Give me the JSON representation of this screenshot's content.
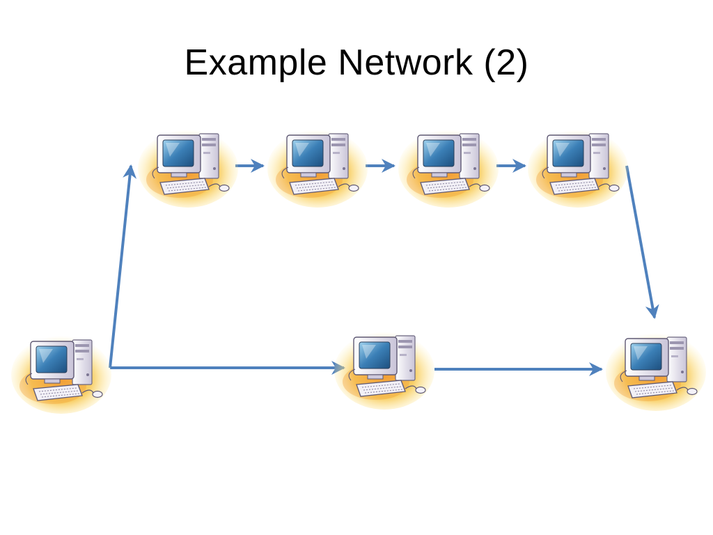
{
  "slide": {
    "title": "Example Network (2)"
  },
  "network": {
    "nodes": [
      {
        "id": "computer-left",
        "icon": "desktop-computer-icon"
      },
      {
        "id": "computer-top-1",
        "icon": "desktop-computer-icon"
      },
      {
        "id": "computer-top-2",
        "icon": "desktop-computer-icon"
      },
      {
        "id": "computer-top-3",
        "icon": "desktop-computer-icon"
      },
      {
        "id": "computer-top-4",
        "icon": "desktop-computer-icon"
      },
      {
        "id": "computer-bottom-middle",
        "icon": "desktop-computer-icon"
      },
      {
        "id": "computer-bottom-right",
        "icon": "desktop-computer-icon"
      }
    ],
    "links": [
      {
        "from": "computer-left",
        "to": "computer-top-1"
      },
      {
        "from": "computer-top-1",
        "to": "computer-top-2"
      },
      {
        "from": "computer-top-2",
        "to": "computer-top-3"
      },
      {
        "from": "computer-top-3",
        "to": "computer-top-4"
      },
      {
        "from": "computer-top-4",
        "to": "computer-bottom-right"
      },
      {
        "from": "computer-left",
        "to": "computer-bottom-middle"
      },
      {
        "from": "computer-bottom-middle",
        "to": "computer-bottom-right"
      }
    ]
  },
  "colors": {
    "arrow": "#4f81bd",
    "glow_outer": "#f7c64a",
    "glow_inner": "#f29a2e",
    "monitor_body": "#ece9f2",
    "screen": "#3b7fb6",
    "tower": "#e6e3ee",
    "keyboard": "#f2f0f6"
  }
}
